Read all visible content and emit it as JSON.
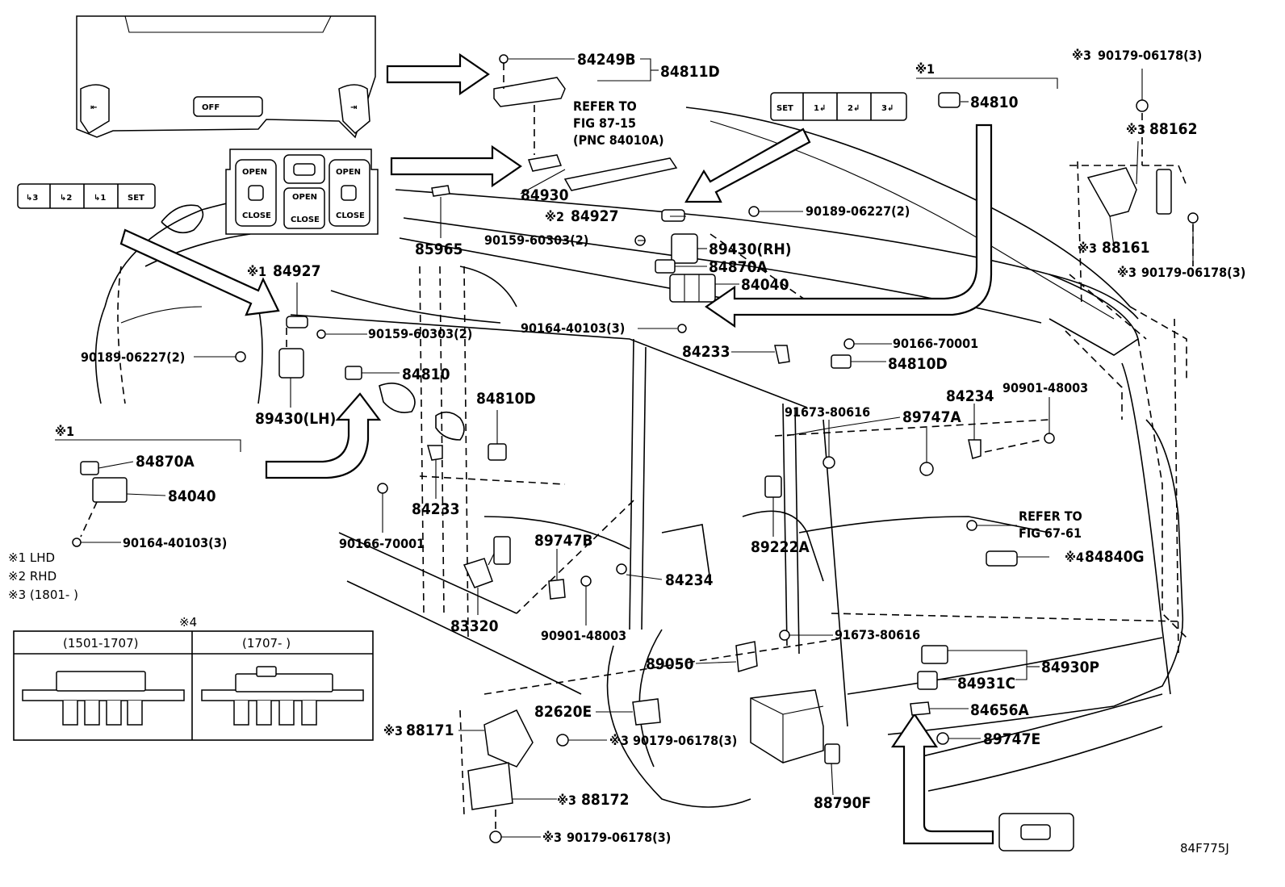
{
  "figure_code": "84F775J",
  "refer_notes": [
    {
      "line1": "REFER TO",
      "line2": "FIG 87-15",
      "line3": "(PNC 84010A)"
    },
    {
      "line1": "REFER TO",
      "line2": "FIG 67-61"
    }
  ],
  "legend": {
    "note1": "※1 LHD",
    "note2": "※2 RHD",
    "note3": "※3 (1801-       )"
  },
  "group_marks": {
    "lhd_group": "※1",
    "rhd_group": "※1",
    "table_mark": "※4"
  },
  "variant_table": {
    "col1_header": "(1501-1707)",
    "col2_header": "(1707-       )"
  },
  "switch_panels": {
    "memory_left": [
      "↳3",
      "↳2",
      "↳1",
      "SET"
    ],
    "memory_right": [
      "SET",
      "1↲",
      "2↲",
      "3↲"
    ],
    "console": {
      "open": "OPEN",
      "close": "CLOSE",
      "off": "OFF"
    }
  },
  "parts": {
    "p84249B": "84249B",
    "p84811D": "84811D",
    "p84930": "84930",
    "p85965": "85965",
    "p84927_rhd": "84927",
    "p84927_lhd": "84927",
    "p90189_rh": "90189-06227(2)",
    "p90189_lh": "90189-06227(2)",
    "p90159_rh": "90159-60303(2)",
    "p90159_lh": "90159-60303(2)",
    "p89430RH": "89430(RH)",
    "p89430LH": "89430(LH)",
    "p84870A_top": "84870A",
    "p84870A_side": "84870A",
    "p84040_top": "84040",
    "p84040_side": "84040",
    "p90164_top": "90164-40103(3)",
    "p90164_side": "90164-40103(3)",
    "p84810_top": "84810",
    "p84810_mid": "84810",
    "p84810D_left": "84810D",
    "p84810D_right": "84810D",
    "p84233_upper": "84233",
    "p84233_lower": "84233",
    "p90166_upper": "90166-70001",
    "p90166_lower": "90166-70001",
    "p84234_upper": "84234",
    "p84234_lower": "84234",
    "p90901_upper": "90901-48003",
    "p90901_lower": "90901-48003",
    "p91673_upper": "91673-80616",
    "p91673_lower": "91673-80616",
    "p89747A": "89747A",
    "p89747B": "89747B",
    "p89747E": "89747E",
    "p89222A": "89222A",
    "p84840G": "84840G",
    "p83320": "83320",
    "p89050": "89050",
    "p82620E": "82620E",
    "p88171": "88171",
    "p88172": "88172",
    "p88790F": "88790F",
    "p84930P": "84930P",
    "p84931C": "84931C",
    "p84656A": "84656A",
    "p88162": "88162",
    "p88161": "88161",
    "p90179_a": "90179-06178(3)",
    "p90179_b": "90179-06178(3)",
    "p90179_c": "90179-06178(3)",
    "p90179_d": "90179-06178(3)"
  },
  "prefix_marks": {
    "m1": "※1",
    "m2": "※2",
    "m3": "※3",
    "m4": "※4"
  },
  "icon_names": [
    "tailgate-button-icon",
    "door-switch-icon",
    "memory-switch-icon",
    "bolt-icon",
    "clip-icon",
    "computer-module-icon",
    "battery-icon"
  ]
}
